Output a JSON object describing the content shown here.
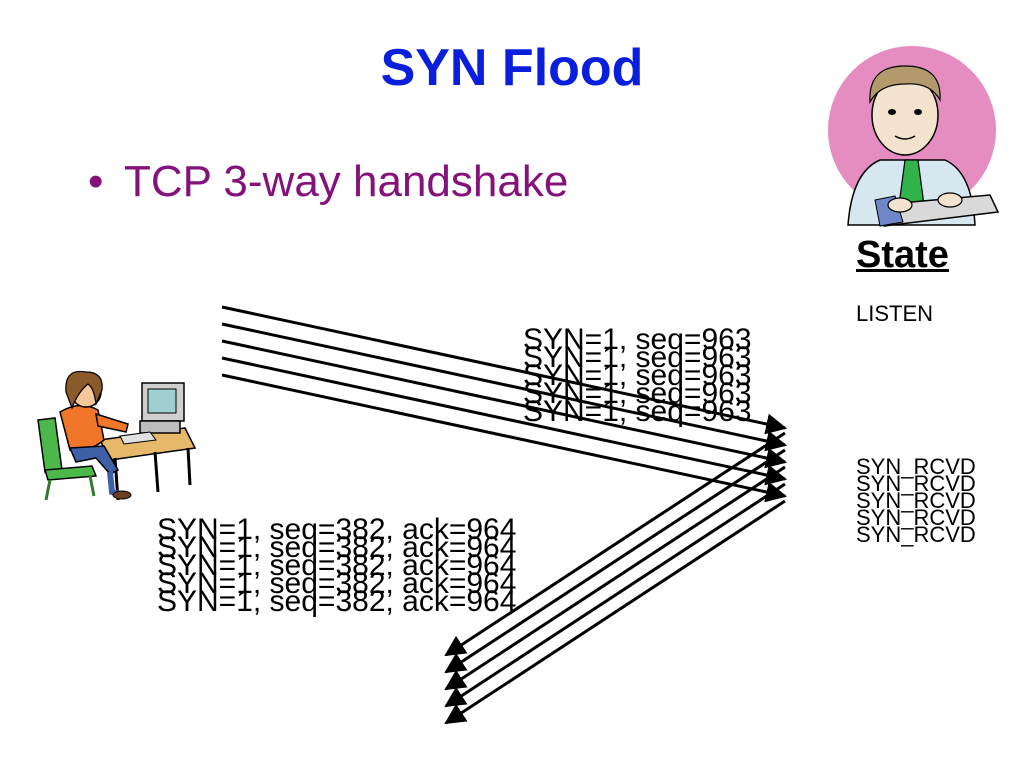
{
  "slide": {
    "title": "SYN Flood",
    "bullet": "TCP 3-way handshake",
    "state_heading": "State",
    "state_listen": "LISTEN",
    "state_rcvd": [
      "SYN_RCVD",
      "SYN_RCVD",
      "SYN_RCVD",
      "SYN_RCVD",
      "SYN_RCVD"
    ],
    "syn_messages": [
      "SYN=1, seq=963",
      "SYN=1, seq=963",
      "SYN=1, seq=963",
      "SYN=1, seq=963",
      "SYN=1, seq=963"
    ],
    "synack_messages": [
      "SYN=1, seq=382, ack=964",
      "SYN=1, seq=382, ack=964",
      "SYN=1, seq=382, ack=964",
      "SYN=1, seq=382, ack=964",
      "SYN=1, seq=382, ack=964"
    ]
  },
  "colors": {
    "title": "#0a1fdc",
    "bullet": "#84127a",
    "text": "#000000",
    "server_badge": "#e58cc1"
  },
  "icons": {
    "attacker": "person-at-computer-icon",
    "server": "man-at-keyboard-icon"
  }
}
